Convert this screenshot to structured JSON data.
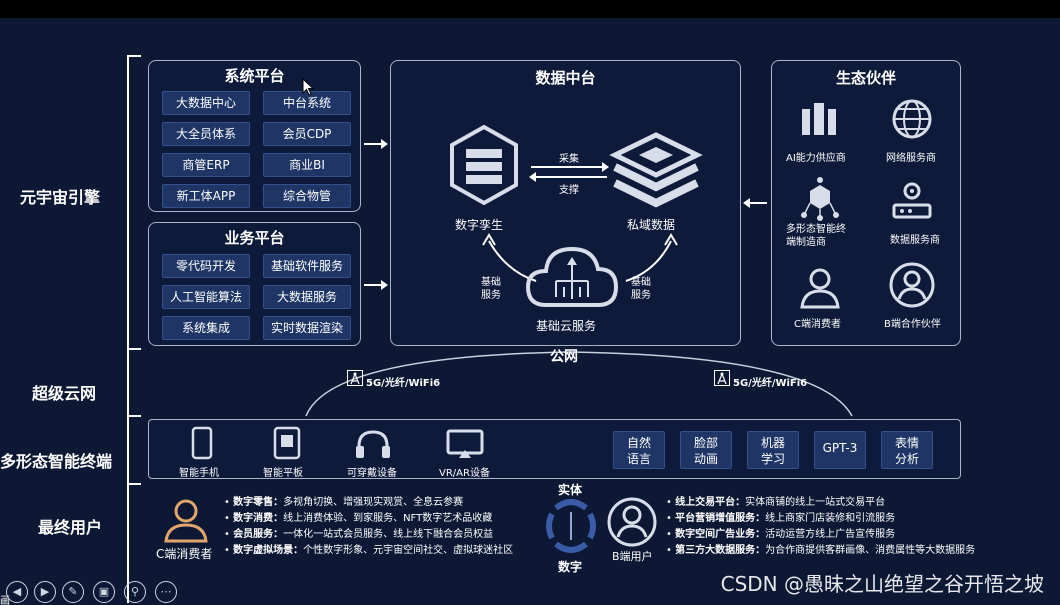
{
  "left_labels": {
    "engine": "元宇宙引擎",
    "cloud": "超级云网",
    "terminal": "多形态智能终端",
    "users": "最终用户"
  },
  "system_platform": {
    "title": "系统平台",
    "items": [
      "大数据中心",
      "中台系统",
      "大全员体系",
      "会员CDP",
      "商管ERP",
      "商业BI",
      "新工体APP",
      "综合物管"
    ]
  },
  "business_platform": {
    "title": "业务平台",
    "items": [
      "零代码开发",
      "基础软件服务",
      "人工智能算法",
      "大数据服务",
      "系统集成",
      "实时数据渲染"
    ]
  },
  "data_platform": {
    "title": "数据中台",
    "digital_twin": "数字孪生",
    "private_data": "私域数据",
    "collect": "采集",
    "support": "支撑",
    "base_service_left": "基础\n服务",
    "base_service_right": "基础\n服务",
    "cloud_service": "基础云服务"
  },
  "ecosystem": {
    "title": "生态伙伴",
    "items": [
      {
        "label": "AI能力供应商",
        "icon": "ai-building-icon"
      },
      {
        "label": "网络服务商",
        "icon": "globe-icon"
      },
      {
        "label": "多形态智能终\n端制造商",
        "icon": "cube-network-icon"
      },
      {
        "label": "数据服务商",
        "icon": "server-gear-icon"
      },
      {
        "label": "C端消费者",
        "icon": "person-icon"
      },
      {
        "label": "B端合作伙伴",
        "icon": "person-circle-icon"
      }
    ]
  },
  "network": {
    "public": "公网",
    "left_tag": "5G/光纤/WiFi6",
    "right_tag": "5G/光纤/WiFi6"
  },
  "terminals": {
    "devices": [
      "智能手机",
      "智能平板",
      "可穿戴设备",
      "VR/AR设备"
    ],
    "tech": [
      "自然\n语言",
      "脸部\n动画",
      "机器\n学习",
      "GPT-3",
      "表情\n分析"
    ]
  },
  "users": {
    "c_user": "C端消费者",
    "b_user": "B端用户",
    "entity": "实体",
    "digital": "数字",
    "left_bullets": [
      {
        "k": "数字零售：",
        "v": "多视角切换、增强现实观赏、全息云参赛"
      },
      {
        "k": "数字消费：",
        "v": "线上消费体验、到家服务、NFT数字艺术品收藏"
      },
      {
        "k": "会员服务：",
        "v": "一体化一站式会员服务、线上线下融合会员权益"
      },
      {
        "k": "数字虚拟场景：",
        "v": "个性数字形象、元宇宙空间社交、虚拟球迷社区"
      }
    ],
    "right_bullets": [
      {
        "k": "线上交易平台：",
        "v": "实体商铺的线上一站式交易平台"
      },
      {
        "k": "平台营销增值服务：",
        "v": "线上商家门店装修和引流服务"
      },
      {
        "k": "数字空间广告业务：",
        "v": "活动运营方线上广告宣传服务"
      },
      {
        "k": "第三方大数据服务：",
        "v": "为合作商提供客群画像、消费属性等大数据服务"
      }
    ]
  },
  "watermark": "CSDN @愚昧之山绝望之谷开悟之坡",
  "bottom_left_text": "画"
}
